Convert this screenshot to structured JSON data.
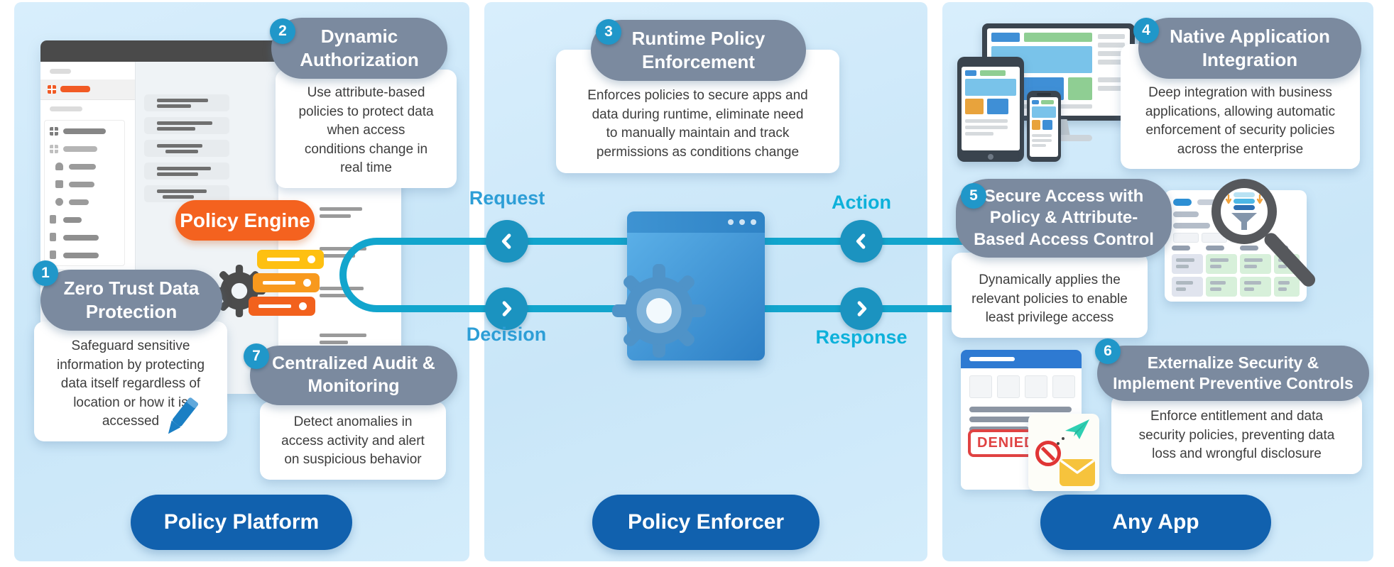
{
  "panels": {
    "left_label": "Policy Platform",
    "middle_label": "Policy Enforcer",
    "right_label": "Any App"
  },
  "policy_engine_label": "Policy Engine",
  "flow": {
    "request": "Request",
    "decision": "Decision",
    "action": "Action",
    "response": "Response"
  },
  "callouts": [
    {
      "num": "1",
      "title": "Zero Trust Data\nProtection",
      "body": "Safeguard sensitive\ninformation by protecting\ndata itself regardless of\nlocation or how it is\naccessed"
    },
    {
      "num": "2",
      "title": "Dynamic\nAuthorization",
      "body": "Use attribute-based\npolicies to protect data\nwhen access\nconditions change in\nreal time"
    },
    {
      "num": "3",
      "title": "Runtime Policy\nEnforcement",
      "body": "Enforces policies to secure apps and\ndata during runtime, eliminate need\nto manually maintain and track\npermissions as conditions change"
    },
    {
      "num": "4",
      "title": "Native Application\nIntegration",
      "body": "Deep integration with business\napplications, allowing automatic\nenforcement of security policies\nacross the enterprise"
    },
    {
      "num": "5",
      "title": "Secure Access with\nPolicy & Attribute-\nBased Access Control",
      "body": "Dynamically applies the\nrelevant policies to enable\nleast privilege access"
    },
    {
      "num": "6",
      "title": "Externalize Security &\nImplement Preventive Controls",
      "body": "Enforce entitlement and data\nsecurity policies, preventing data\nloss and wrongful disclosure"
    },
    {
      "num": "7",
      "title": "Centralized Audit &\nMonitoring",
      "body": "Detect anomalies in\naccess activity and alert\non suspicious behavior"
    }
  ],
  "denied_label": "DENIED",
  "colors": {
    "panel_bg": "#cde9fa",
    "callout_pill": "#7b8a9f",
    "number_circle": "#2097c9",
    "flow_line": "#12a5cd",
    "flow_circle": "#1b93c0",
    "flow_label_left": "#2d9ed6",
    "flow_label_right": "#0db1da",
    "bottom_pill": "#1161ae",
    "policy_engine_orange": "#f4621f",
    "denied_red": "#e04242",
    "server_yellow": "#fec011",
    "server_orange": "#f8991d",
    "server_deep_orange": "#f2611d"
  }
}
